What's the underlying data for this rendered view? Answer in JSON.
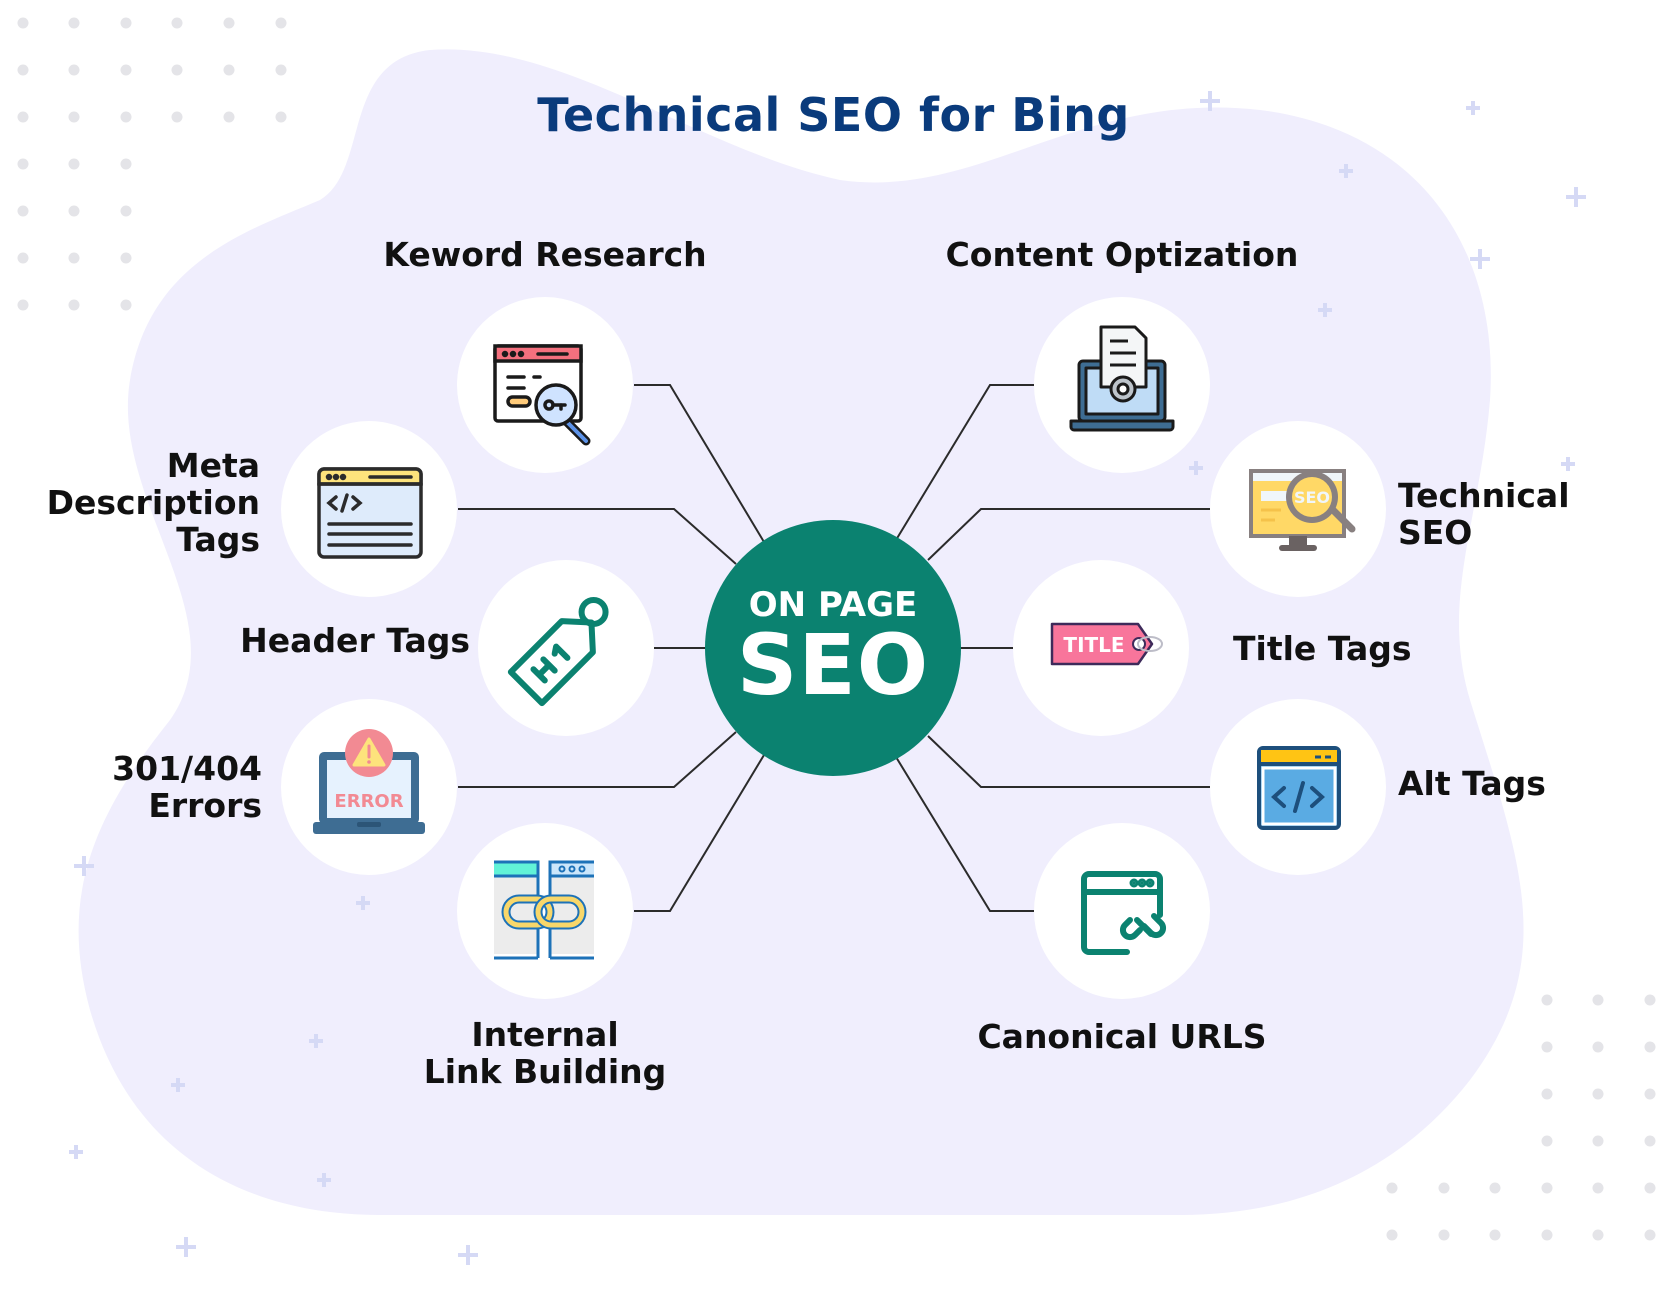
{
  "title": "Technical SEO for Bing",
  "center": {
    "line1": "ON PAGE",
    "line2": "SEO",
    "color": "#0b8270"
  },
  "nodes": [
    {
      "id": "keyword-research",
      "label": "Keword Research",
      "icon": "keyword-research-icon"
    },
    {
      "id": "content-optimization",
      "label": "Content Optization",
      "icon": "content-optimization-icon"
    },
    {
      "id": "meta-description-tags",
      "label_lines": [
        "Meta",
        "Description",
        "Tags"
      ],
      "icon": "code-window-icon"
    },
    {
      "id": "technical-seo",
      "label_lines": [
        "Technical",
        "SEO"
      ],
      "icon": "seo-monitor-icon"
    },
    {
      "id": "header-tags",
      "label": "Header Tags",
      "icon": "h1-tag-icon"
    },
    {
      "id": "title-tags",
      "label": "Title Tags",
      "icon": "title-tag-icon",
      "icon_text": "TITLE"
    },
    {
      "id": "errors",
      "label_lines": [
        "301/404",
        "Errors"
      ],
      "icon": "error-laptop-icon",
      "icon_text": "ERROR"
    },
    {
      "id": "alt-tags",
      "label": "Alt Tags",
      "icon": "code-browser-icon"
    },
    {
      "id": "internal-link-building",
      "label_lines": [
        "Internal",
        "Link Building"
      ],
      "icon": "link-pages-icon"
    },
    {
      "id": "canonical-urls",
      "label": "Canonical URLS",
      "icon": "canonical-link-icon"
    }
  ],
  "colors": {
    "title": "#0a3b7c",
    "blob": "#f0eefd",
    "node_circle": "#ffffff",
    "connector": "#2b2b2b",
    "dots": "#e4e4e8",
    "plus": "#d5d9f5"
  }
}
